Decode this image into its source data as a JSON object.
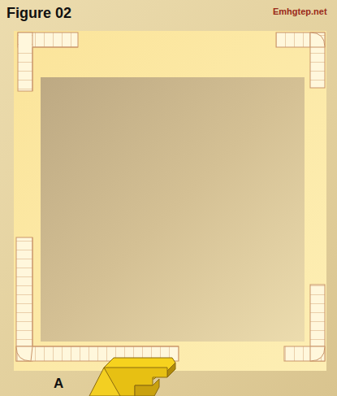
{
  "diagram": {
    "title": "Figure 02",
    "labels": [
      "Emhgtep.net",
      "A"
    ]
  }
}
